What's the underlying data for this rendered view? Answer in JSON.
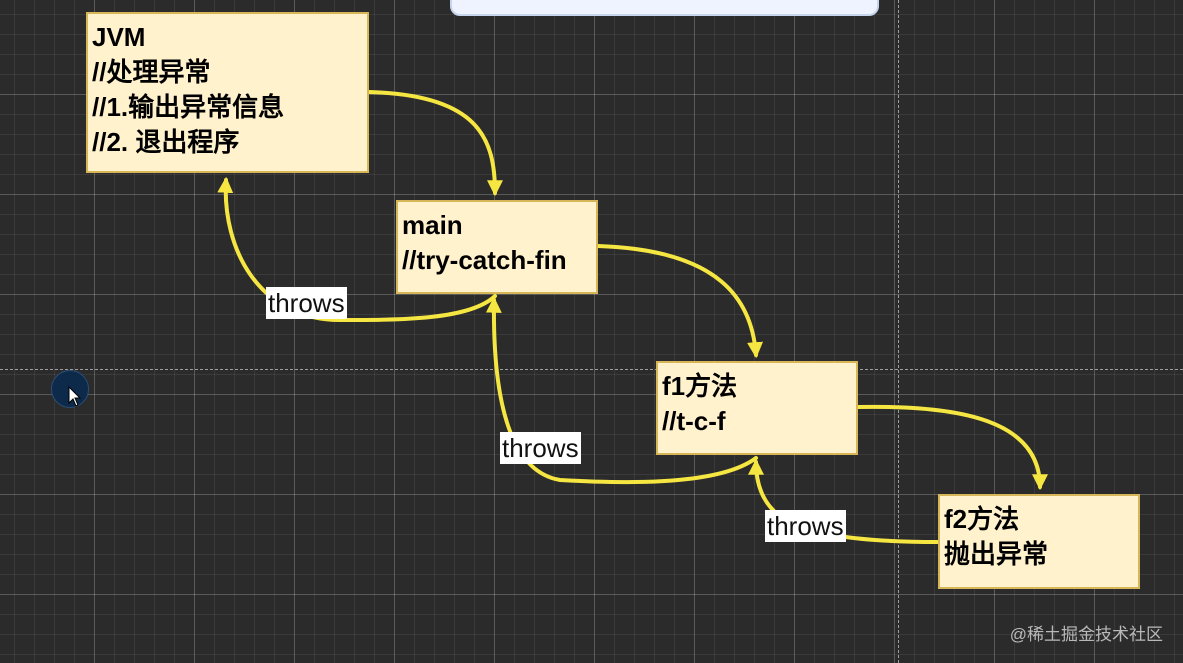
{
  "nodes": {
    "jvm": {
      "lines": [
        "JVM",
        "//处理异常",
        "//1.输出异常信息",
        "//2. 退出程序"
      ]
    },
    "main": {
      "lines": [
        "main",
        "//try-catch-fin"
      ]
    },
    "f1": {
      "lines": [
        "f1方法",
        "//t-c-f"
      ]
    },
    "f2": {
      "lines": [
        "f2方法",
        "抛出异常"
      ]
    }
  },
  "edges": {
    "labels": [
      "throws",
      "throws",
      "throws"
    ]
  },
  "colors": {
    "arrow": "#f5e642",
    "node_fill": "#fff2cc",
    "node_border": "#d6b656",
    "background": "#2b2b2b"
  },
  "icons": {
    "cursor": "mouse-pointer-icon"
  },
  "watermark": "@稀土掘金技术社区"
}
